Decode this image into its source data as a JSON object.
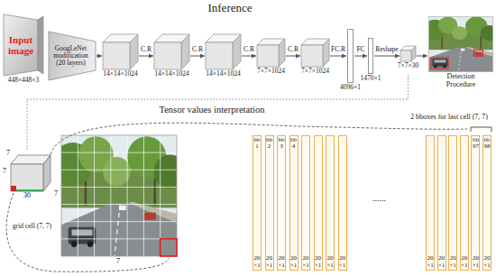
{
  "diagram": {
    "title": "Inference",
    "nodes": [
      {
        "text": [
          "Input image",
          "448×448×3"
        ]
      },
      {
        "text": [
          "GoogLeNet modification (20 layers)"
        ]
      },
      {
        "text": [
          "14×14×1024"
        ]
      },
      {
        "text": [
          "14×14×1024"
        ]
      },
      {
        "text": [
          "14×14×1024"
        ]
      },
      {
        "text": [
          "7×7×1024"
        ]
      },
      {
        "text": [
          "7×7×1024"
        ]
      },
      {
        "text": [
          "4096×1"
        ]
      },
      {
        "text": [
          "1470×1"
        ]
      },
      {
        "text": [
          "7×7×30"
        ]
      },
      {
        "text": [
          "Detection Procedure"
        ]
      },
      {
        "text": [
          "bb 1",
          "20 ×1"
        ]
      },
      {
        "text": [
          "bb 2",
          "20 ×1"
        ]
      },
      {
        "text": [
          "bb 3",
          "20 ×1"
        ]
      },
      {
        "text": [
          "bb 4",
          "20 ×1"
        ]
      },
      {
        "text": [
          "20 ×1"
        ]
      },
      {
        "text": [
          "20 ×1"
        ]
      },
      {
        "text": [
          "20 ×1"
        ]
      },
      {
        "text": [
          "20 ×1"
        ]
      },
      {
        "text": [
          "20 ×1"
        ]
      },
      {
        "text": [
          "20 ×1"
        ]
      },
      {
        "text": [
          "20 ×1"
        ]
      },
      {
        "text": [
          "20 ×1"
        ]
      },
      {
        "text": [
          "bb 97",
          "20 ×1"
        ]
      },
      {
        "text": [
          "bb 98",
          "20 ×1"
        ]
      }
    ],
    "edges": [
      {
        "from": 1,
        "to": 2,
        "arrow": "to"
      },
      {
        "from": 2,
        "to": 3,
        "label": "C.R",
        "arrow": "to"
      },
      {
        "from": 3,
        "to": 4,
        "label": "C.R",
        "arrow": "to"
      },
      {
        "from": 4,
        "to": 5,
        "label": "C.R",
        "arrow": "to"
      },
      {
        "from": 5,
        "to": 6,
        "label": "C.R",
        "arrow": "to"
      },
      {
        "from": 6,
        "to": 7,
        "label": "FC.R",
        "arrow": "to"
      },
      {
        "from": 7,
        "to": 8,
        "label": "FC",
        "arrow": "to"
      },
      {
        "from": 8,
        "to": 9,
        "label": "Reshape",
        "arrow": "to"
      },
      {
        "from": 9,
        "to": 10,
        "arrow": "to"
      }
    ],
    "labels": [
      "Tensor values interpretation",
      "7",
      "7",
      "30",
      "7",
      "7",
      "grid cell (7, 7)",
      "2 bboxes for last cell (7, 7)",
      "......"
    ]
  }
}
